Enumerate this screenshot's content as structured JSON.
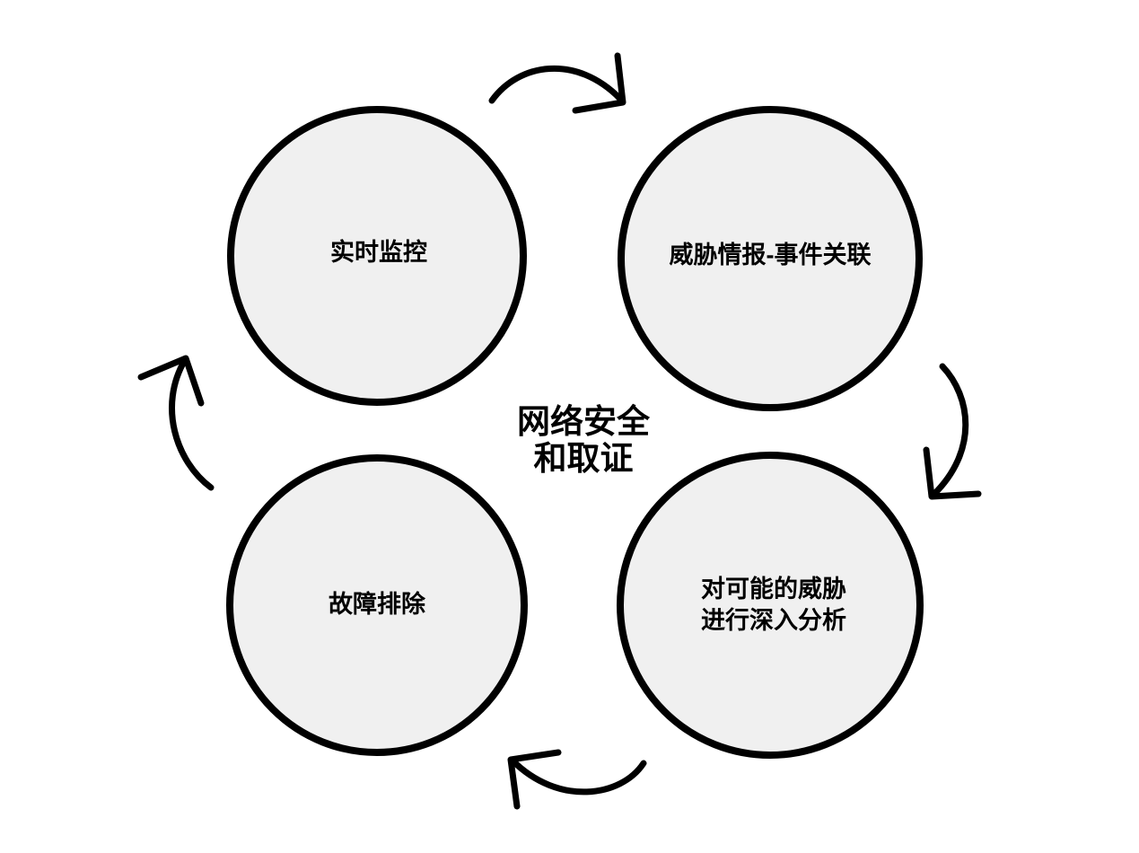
{
  "diagram": {
    "type": "cycle",
    "center_title": {
      "line1": "网络安全",
      "line2": "和取证"
    },
    "nodes": [
      {
        "id": "top-left",
        "label": "实时监控"
      },
      {
        "id": "top-right",
        "label": "威胁情报-事件关联"
      },
      {
        "id": "bottom-right",
        "label_line1": "对可能的威胁",
        "label_line2": "进行深入分析"
      },
      {
        "id": "bottom-left",
        "label": "故障排除"
      }
    ],
    "arrows": [
      {
        "id": "top",
        "from": "top-left",
        "to": "top-right",
        "direction": "clockwise"
      },
      {
        "id": "right",
        "from": "top-right",
        "to": "bottom-right",
        "direction": "clockwise"
      },
      {
        "id": "bottom",
        "from": "bottom-right",
        "to": "bottom-left",
        "direction": "clockwise"
      },
      {
        "id": "left",
        "from": "bottom-left",
        "to": "top-left",
        "direction": "clockwise"
      }
    ],
    "colors": {
      "background": "#ffffff",
      "node_fill": "#f0f0f0",
      "stroke": "#000000",
      "text": "#000000"
    }
  }
}
